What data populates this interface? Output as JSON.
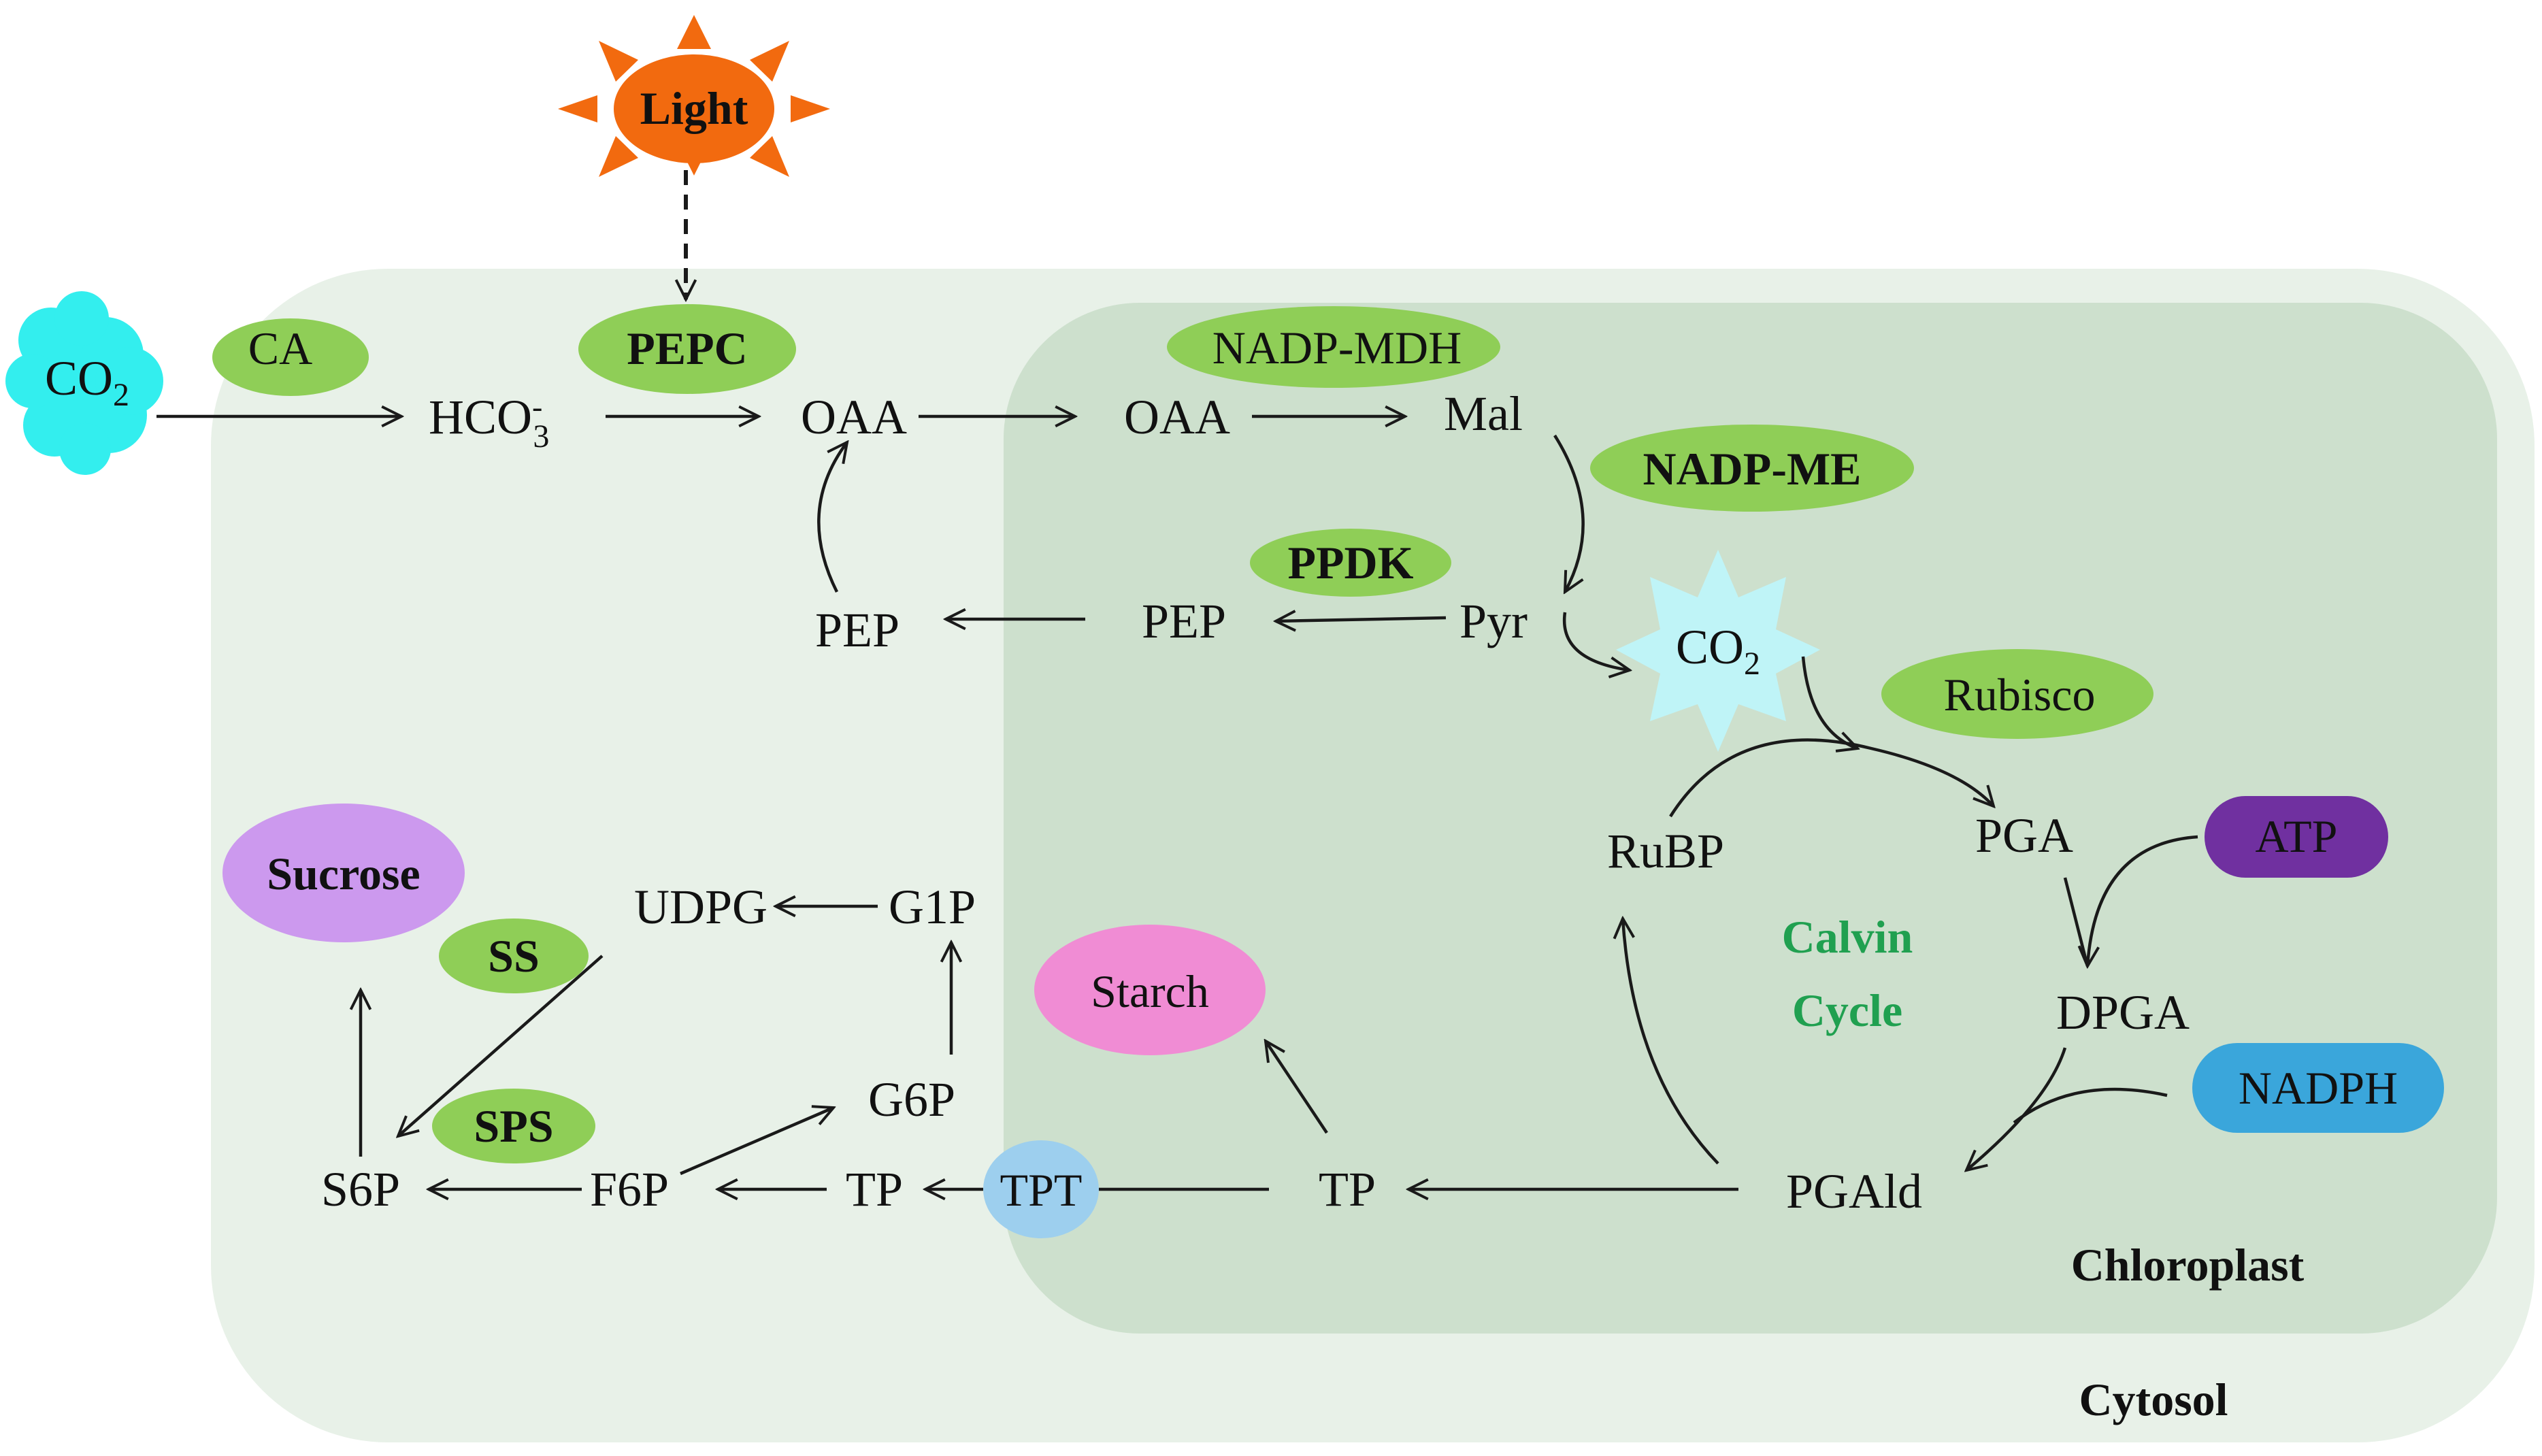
{
  "compartments": {
    "cytosol": "Cytosol",
    "chloroplast": "Chloroplast"
  },
  "light": "Light",
  "co2": {
    "main": "CO",
    "sub": "2"
  },
  "hco3": {
    "main": "HCO",
    "sup": "-",
    "sub": "3"
  },
  "metabolites": {
    "oaa_cyto": "OAA",
    "oaa_chloro": "OAA",
    "mal": "Mal",
    "pep_cyto": "PEP",
    "pep_chloro": "PEP",
    "pyr": "Pyr",
    "rubp": "RuBP",
    "pga": "PGA",
    "dpga": "DPGA",
    "pgald": "PGAld",
    "tp_chloro": "TP",
    "tp_cyto": "TP",
    "f6p": "F6P",
    "s6p": "S6P",
    "g6p": "G6P",
    "g1p": "G1P",
    "udpg": "UDPG"
  },
  "enzymes": {
    "ca": "CA",
    "pepc": "PEPC",
    "nadp_mdh": "NADP-MDH",
    "nadp_me": "NADP-ME",
    "ppdk": "PPDK",
    "rubisco": "Rubisco",
    "tpt": "TPT",
    "sps": "SPS",
    "ss": "SS"
  },
  "cofactors": {
    "atp": "ATP",
    "nadph": "NADPH"
  },
  "products": {
    "sucrose": "Sucrose",
    "starch": "Starch"
  },
  "calvin": {
    "line1": "Calvin",
    "line2": "Cycle"
  },
  "colors": {
    "cytosol_fill": "#e8f1e8",
    "chloroplast_fill": "#cde0cd",
    "enzyme_green": "#8fce57",
    "co2_cyan": "#33eeee",
    "co2_light": "#bff4f7",
    "sun_orange": "#f26a0f",
    "atp_purple": "#7030a0",
    "nadph_blue": "#3aa6db",
    "sucrose_lilac": "#cc99ee",
    "starch_pink": "#f08cd4",
    "tpt_blue": "#9dcfee",
    "calvin_green": "#20a050"
  }
}
